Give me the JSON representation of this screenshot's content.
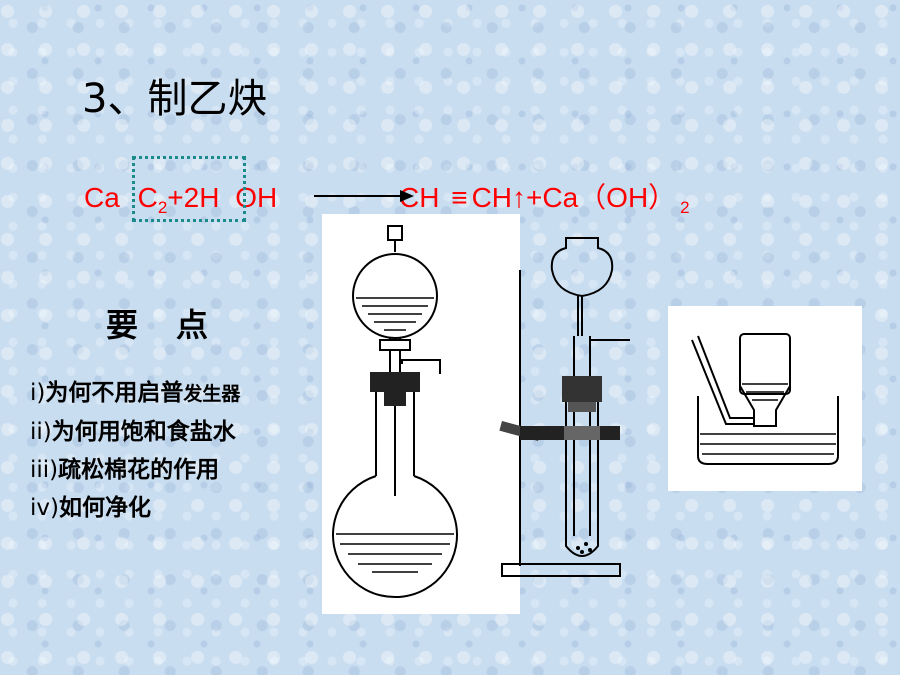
{
  "slide": {
    "title": "3、制乙炔",
    "equation": {
      "reactant1": "Ca",
      "reactant1b": "C",
      "reactant1b_sub": "2",
      "plus_water": "+2H",
      "oh": "OH",
      "product1": "CH",
      "triple_bond": "≡",
      "product1b": "CH↑+Ca（OH）",
      "product2_sub": "2"
    },
    "heading": "要点",
    "points": [
      {
        "roman": "i)",
        "text": "为何不用启普",
        "small": "发生器"
      },
      {
        "roman": "ii)",
        "text": "为何用饱和食盐水",
        "small": ""
      },
      {
        "roman": "iii)",
        "text": "疏松棉花的作用",
        "small": ""
      },
      {
        "roman": "iv)",
        "text": "如何净化",
        "small": ""
      }
    ]
  },
  "colors": {
    "equation": "#ff0000",
    "dotted_box": "#1a8a8a",
    "background": "#c9ddf0"
  }
}
